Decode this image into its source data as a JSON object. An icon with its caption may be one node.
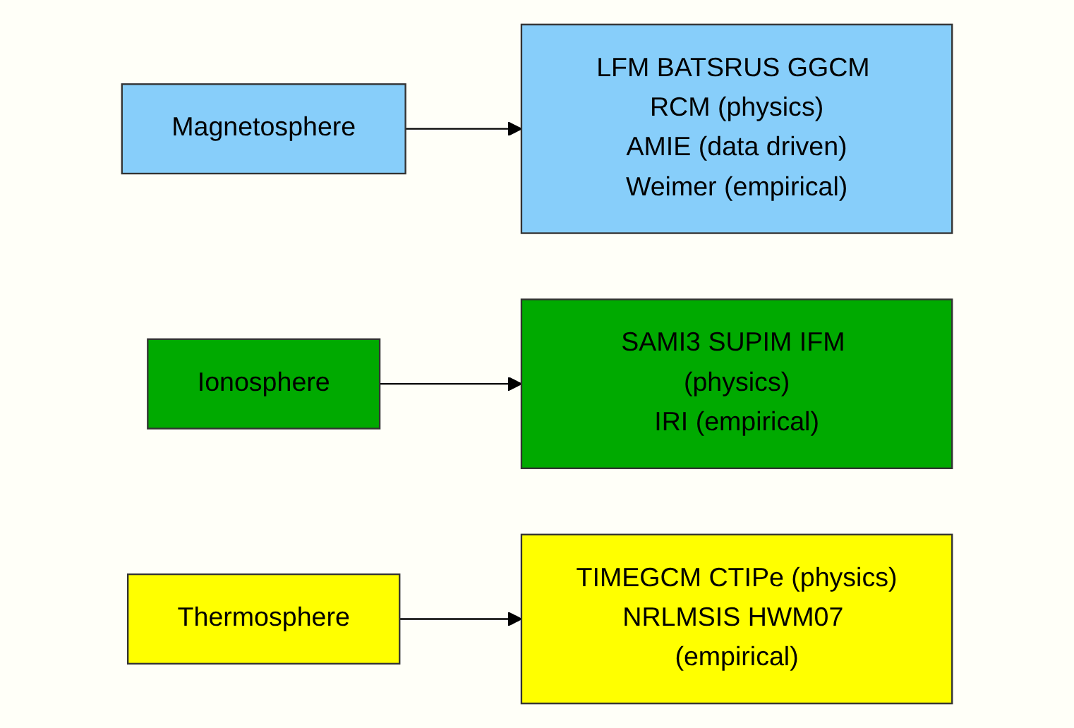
{
  "diagram": {
    "nodes": [
      {
        "text": [
          "Magnetosphere"
        ]
      },
      {
        "text": [
          "LFM BATSRUS GGCM RCM (physics)",
          "AMIE (data driven)",
          "Weimer (empirical)"
        ]
      },
      {
        "text": [
          "Ionosphere"
        ]
      },
      {
        "text": [
          "SAMI3 SUPIM IFM (physics)",
          "IRI (empirical)"
        ]
      },
      {
        "text": [
          "Thermosphere"
        ]
      },
      {
        "text": [
          "TIMEGCM CTIPe (physics)",
          "NRLMSIS HWM07 (empirical)"
        ]
      }
    ],
    "edges": [
      {
        "from": 0,
        "to": 1,
        "arrow": "to"
      },
      {
        "from": 2,
        "to": 3,
        "arrow": "to"
      },
      {
        "from": 4,
        "to": 5,
        "arrow": "to"
      }
    ]
  }
}
